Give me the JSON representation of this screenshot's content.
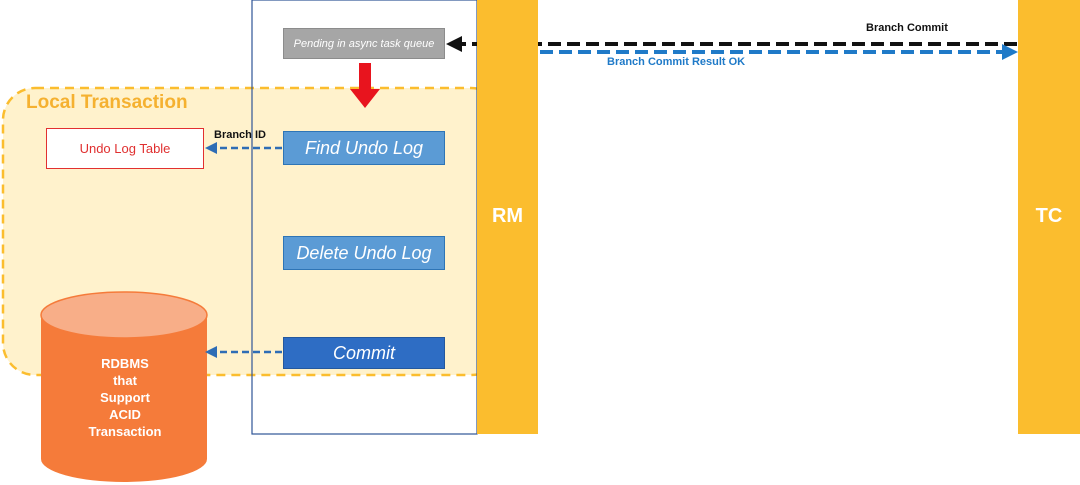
{
  "local_transaction": {
    "title": "Local Transaction"
  },
  "undo_log_table": {
    "label": "Undo Log Table"
  },
  "steps": {
    "pending": "Pending in async task queue",
    "find": "Find Undo Log",
    "delete": "Delete Undo Log",
    "commit": "Commit"
  },
  "participants": {
    "rm": "RM",
    "tc": "TC"
  },
  "messages": {
    "branch_commit": "Branch Commit",
    "branch_commit_result": "Branch Commit Result OK",
    "branch_id": "Branch ID"
  },
  "database": {
    "lines": [
      "RDBMS",
      "that",
      "Support",
      "ACID",
      "Transaction"
    ]
  },
  "colors": {
    "yellow": "#FBBD2E",
    "local_fill": "#FFF2CC",
    "step_blue": "#5B9BD5",
    "commit_blue": "#2E6DC4",
    "arrow_blue": "#1F7AC8",
    "db_orange": "#F57B3A",
    "db_top": "#F8AE88",
    "red_arrow": "#E8141E"
  }
}
